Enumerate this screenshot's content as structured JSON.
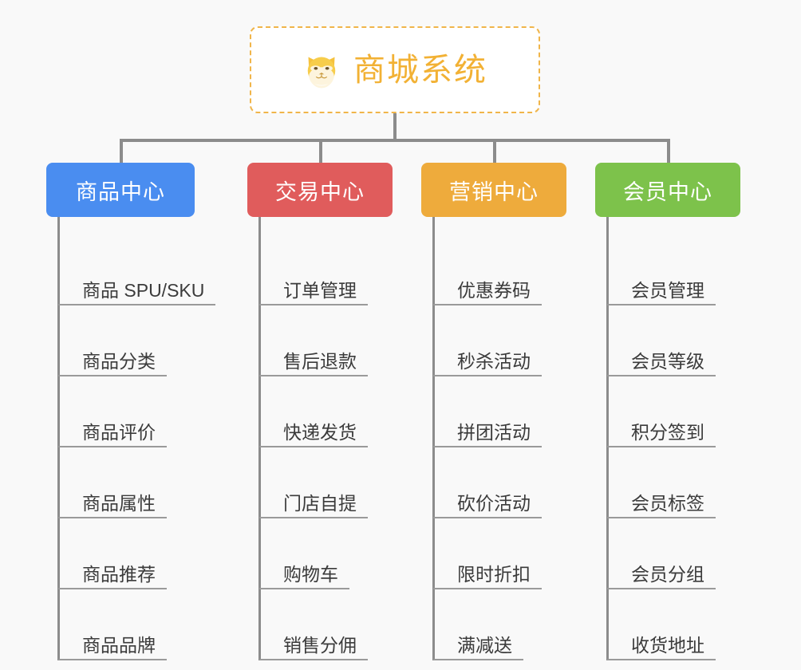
{
  "page": {
    "background_color": "#f9f9f9",
    "line_color": "#8c8c8c",
    "underline_color": "#9a9a9a"
  },
  "root": {
    "title": "商城系统",
    "icon": "shiba-dog-icon",
    "title_color": "#f2b134",
    "border_color": "#f0b54a",
    "background_color": "#ffffff"
  },
  "columns": [
    {
      "title": "商品中心",
      "color": "#4a8df0",
      "items": [
        "商品 SPU/SKU",
        "商品分类",
        "商品评价",
        "商品属性",
        "商品推荐",
        "商品品牌"
      ]
    },
    {
      "title": "交易中心",
      "color": "#e05c5c",
      "items": [
        "订单管理",
        "售后退款",
        "快递发货",
        "门店自提",
        "购物车",
        "销售分佣"
      ]
    },
    {
      "title": "营销中心",
      "color": "#eeab3c",
      "items": [
        "优惠券码",
        "秒杀活动",
        "拼团活动",
        "砍价活动",
        "限时折扣",
        "满减送"
      ]
    },
    {
      "title": "会员中心",
      "color": "#7dc24b",
      "items": [
        "会员管理",
        "会员等级",
        "积分签到",
        "会员标签",
        "会员分组",
        "收货地址"
      ]
    }
  ]
}
